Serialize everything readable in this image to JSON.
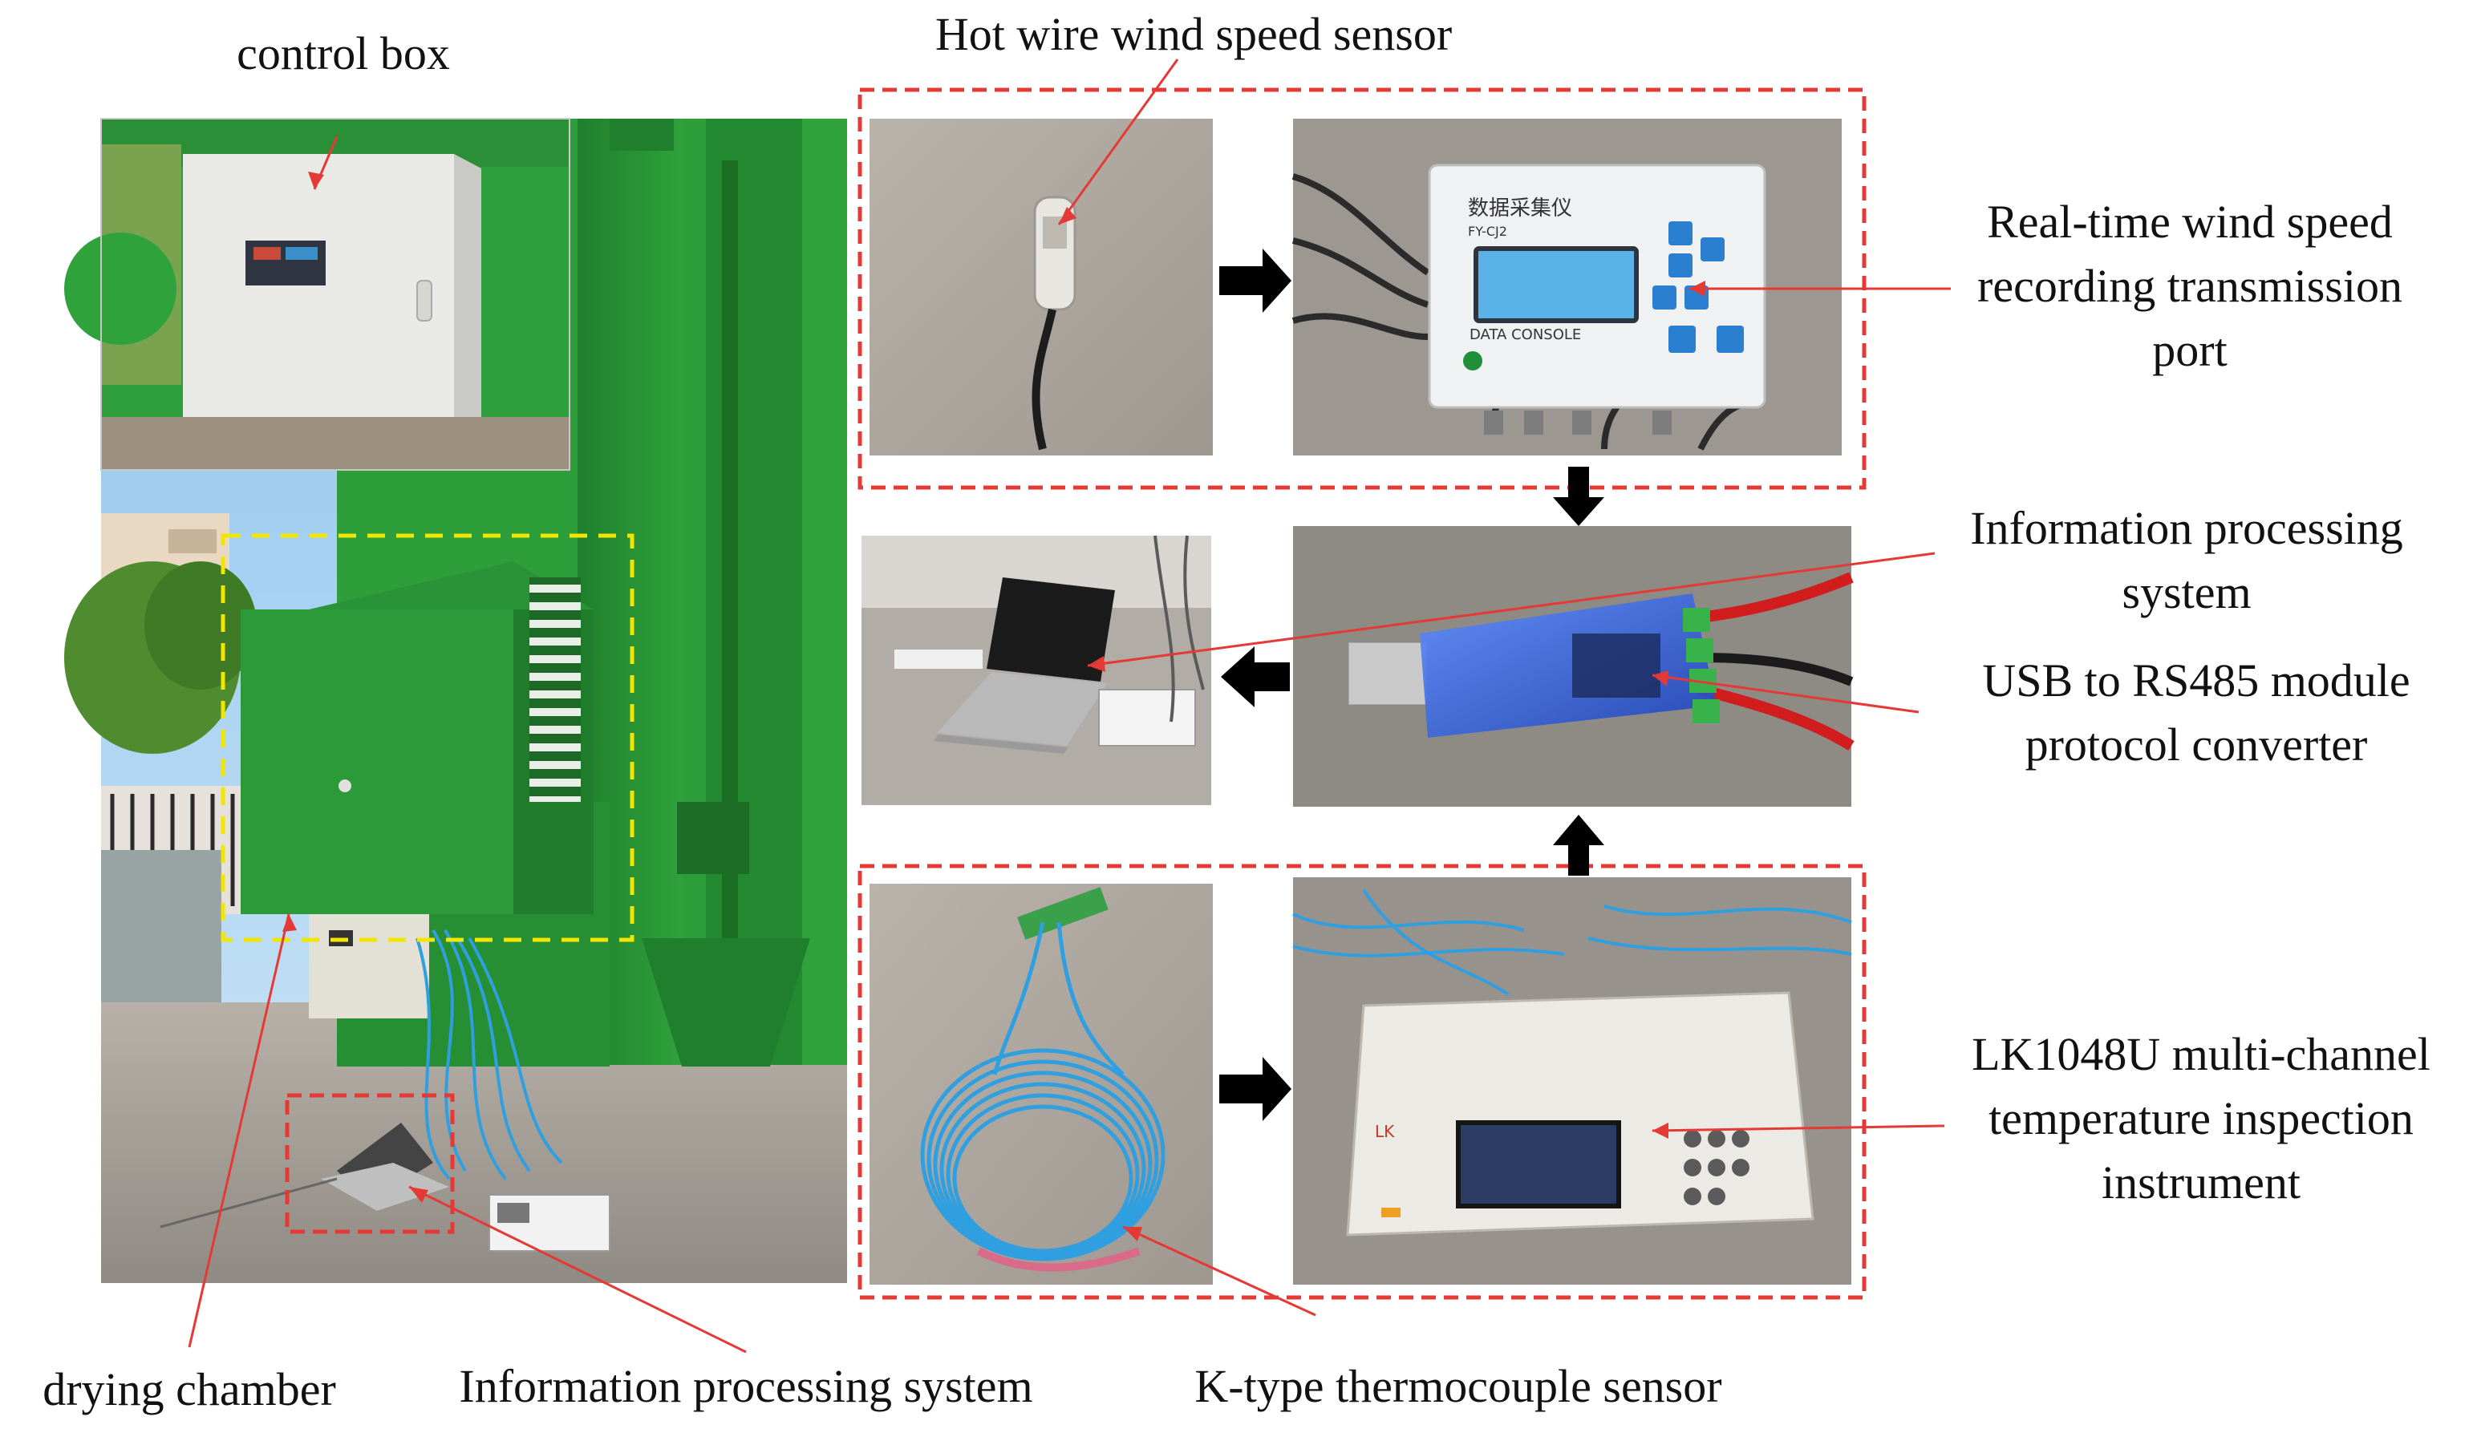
{
  "colors": {
    "annotation_line": "#e53935",
    "dashed_frame_red": "#e53935",
    "dashed_frame_yellow": "#f2e600",
    "flow_arrow": "#000000",
    "dryer_green": "#2e9e3a",
    "screen_lcd": "#59b3e8",
    "usb_module": "#2a5bd7",
    "thermocouple_wire": "#2f9fe0"
  },
  "labels": {
    "control_box": "control box",
    "hot_wire_sensor": "Hot wire wind speed sensor",
    "realtime_port_line1": "Real-time wind speed",
    "realtime_port_line2": "recording transmission",
    "realtime_port_line3": "port",
    "info_system_right_line1": "Information processing",
    "info_system_right_line2": "system",
    "usb_line1": "USB to RS485 module",
    "usb_line2": "protocol converter",
    "lk_line1": "LK1048U multi-channel",
    "lk_line2": "temperature inspection",
    "lk_line3": "instrument",
    "drying_chamber": "drying chamber",
    "info_system_bottom": "Information processing system",
    "thermocouple": "K-type thermocouple sensor"
  },
  "device_text": {
    "logger_title_cn": "数据采集仪",
    "logger_model": "FY-CJ2",
    "logger_brand": "DATA CONSOLE",
    "lk_brand": "LK"
  },
  "icons": {
    "flow_arrow_right": "arrow-right-icon",
    "flow_arrow_left": "arrow-left-icon",
    "flow_arrow_down": "arrow-down-icon",
    "flow_arrow_up": "arrow-up-icon"
  }
}
